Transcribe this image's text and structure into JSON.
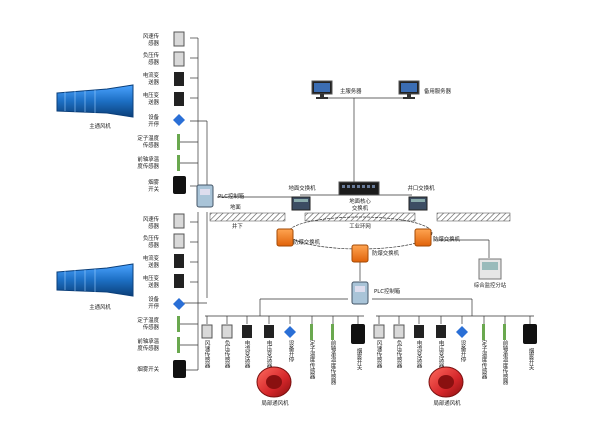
{
  "servers": {
    "main": "主服务器",
    "backup": "备用服务器"
  },
  "network": {
    "core_switch": "地面核心\n交换机",
    "ground_switch": "地面交换机",
    "shaft_switch": "井口交换机",
    "surface_label": "地面",
    "underground_label": "井下",
    "ring_label": "工业环网",
    "explosion_switch_left": "防爆交换机",
    "explosion_switch_center": "防爆交换机",
    "explosion_switch_right": "防爆交换机",
    "monitor_station": "综合监控分站"
  },
  "main_fan_1": {
    "fan_label": "主通风机",
    "plc_label": "PLC控制箱",
    "sensors": [
      "风速传\n感器",
      "负压传\n感器",
      "电流变\n送器",
      "电压变\n送器",
      "设备\n开停",
      "定子温度\n传感器",
      "前轴承温\n度传感器",
      "烟雾\n开关"
    ]
  },
  "main_fan_2": {
    "fan_label": "主通风机",
    "sensors": [
      "风速传\n感器",
      "负压传\n感器",
      "电流变\n送器",
      "电压变\n送器",
      "设备\n开停",
      "定子温度\n传感器",
      "前轴承温\n度传感器",
      "烟雾开关"
    ]
  },
  "local_plc": {
    "label": "PLC控制箱"
  },
  "local_left": {
    "fan_label": "局部通风机",
    "sensors": [
      "风速传感器",
      "负压传感器",
      "电流变送器",
      "电压变送器",
      "设备开停",
      "定子温度传感器",
      "前轴承温度传感器",
      "烟雾开关"
    ]
  },
  "local_right": {
    "fan_label": "局部通风机",
    "sensors": [
      "风速传感器",
      "负压传感器",
      "电流变送器",
      "电压变送器",
      "设备开停",
      "定子温度传感器",
      "前轴承温度传感器",
      "烟雾开关"
    ]
  },
  "colors": {
    "line": "#333333",
    "fan_blue": "#1d6fc4",
    "fan_red": "#d4262a",
    "switch_orange": "#f07a1e",
    "ground_hatch": "#555555"
  }
}
